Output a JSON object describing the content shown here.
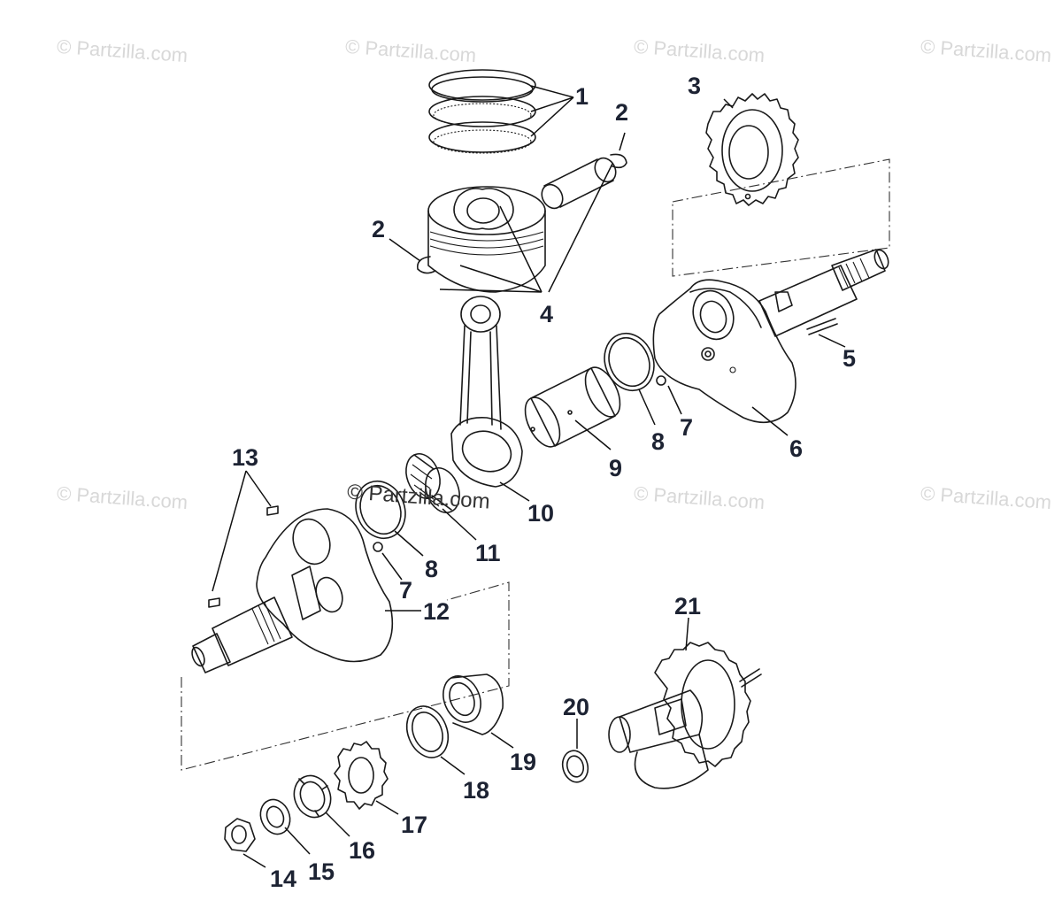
{
  "watermark": {
    "text": "© Partzilla.com",
    "center_text": "© Partzilla.com"
  },
  "callouts": [
    "1",
    "2",
    "2",
    "3",
    "4",
    "5",
    "6",
    "7",
    "7",
    "8",
    "8",
    "9",
    "10",
    "11",
    "12",
    "13",
    "14",
    "15",
    "16",
    "17",
    "18",
    "19",
    "20",
    "21"
  ],
  "colors": {
    "line": "#1a1a1a",
    "callout": "#1d2333",
    "watermark": "#d8d8d8"
  }
}
